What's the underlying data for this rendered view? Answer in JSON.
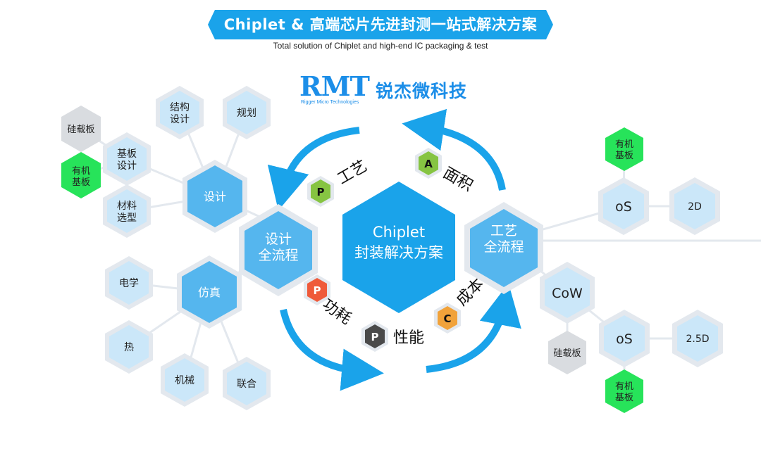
{
  "header": {
    "title": "Chiplet & 高端芯片先进封测一站式解决方案",
    "subtitle": "Total solution of Chiplet and high-end IC packaging & test"
  },
  "logo": {
    "mark": "RMT",
    "name_cn": "锐杰微科技",
    "name_en": "Rigger Micro Technologies"
  },
  "center": {
    "line1": "Chiplet",
    "line2": "封装解决方案"
  },
  "ppac": [
    {
      "badge": "P",
      "label": "工艺"
    },
    {
      "badge": "A",
      "label": "面积"
    },
    {
      "badge": "P",
      "label": "功耗"
    },
    {
      "badge": "P",
      "label": "性能"
    },
    {
      "badge": "C",
      "label": "成本"
    }
  ],
  "left_hub": {
    "line1": "设计",
    "line2": "全流程"
  },
  "right_hub": {
    "line1": "工艺",
    "line2": "全流程"
  },
  "design": {
    "label": "设计",
    "structure": "结构设计",
    "layout": "规划",
    "substrate": "基板设计",
    "material": "材料选型",
    "silicon_interposer": "硅载板",
    "organic_substrate": "有机基板"
  },
  "simulation": {
    "label": "仿真",
    "electrical": "电学",
    "thermal": "热",
    "mechanical": "机械",
    "coupled": "联合"
  },
  "process": {
    "os_top": "oS",
    "two_d": "2D",
    "organic_top": "有机基板",
    "cow": "CoW",
    "os_bottom": "oS",
    "two_five_d": "2.5D",
    "silicon_interposer": "硅载板",
    "organic_bottom": "有机基板"
  },
  "colors": {
    "accent": "#1aa3ea",
    "hub": "#55b6ee",
    "light": "#cbe7f9",
    "ring": "#e3e8ee",
    "green": "#27e35a",
    "gray": "#d9dce0",
    "badge_green": "#86c442",
    "badge_red": "#ef5a3a",
    "badge_orange": "#f1a23a",
    "badge_gray": "#4a4a4a"
  }
}
